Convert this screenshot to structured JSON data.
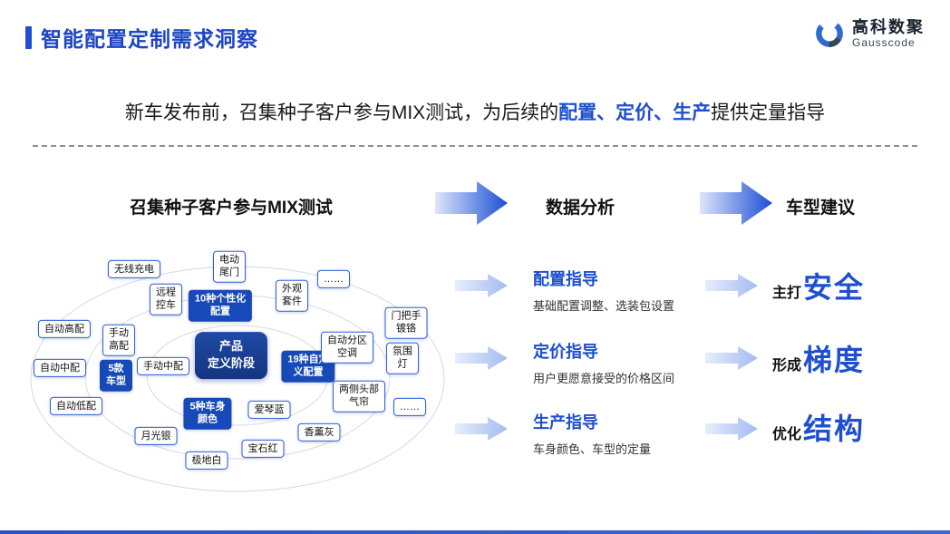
{
  "accent_color": "#1d4fd0",
  "header": {
    "title": "智能配置定制需求洞察",
    "logo_name": "高科数聚",
    "logo_sub": "Gausscode"
  },
  "subtitle": {
    "pre": "新车发布前，召集种子客户参与MIX测试，为后续的",
    "highlight": "配置、定价、生产",
    "post": "提供定量指导"
  },
  "flow": {
    "step1": "召集种子客户参与MIX测试",
    "step2": "数据分析",
    "step3": "车型建议"
  },
  "diagram": {
    "center": "产品\n定义阶段",
    "nodes": [
      "无线充电",
      "电动\n尾门",
      "远程\n控车",
      "10种个性化\n配置",
      "外观\n套件",
      "……",
      "自动高配",
      "手动\n高配",
      "自动中配",
      "手动中配",
      "5款\n车型",
      "自动低配",
      "19种自定\n义配置",
      "自动分区\n空调",
      "门把手\n镀铬",
      "氛围\n灯",
      "两侧头部\n气帘",
      "……",
      "5种车身\n颜色",
      "爱琴蓝",
      "香薰灰",
      "月光银",
      "宝石红",
      "极地白"
    ]
  },
  "analysis": [
    {
      "title": "配置指导",
      "desc": "基础配置调整、选装包设置"
    },
    {
      "title": "定价指导",
      "desc": "用户更愿意接受的价格区间"
    },
    {
      "title": "生产指导",
      "desc": "车身颜色、车型的定量"
    }
  ],
  "suggestions": [
    {
      "prefix": "主打",
      "word": "安全"
    },
    {
      "prefix": "形成",
      "word": "梯度"
    },
    {
      "prefix": "优化",
      "word": "结构"
    }
  ]
}
